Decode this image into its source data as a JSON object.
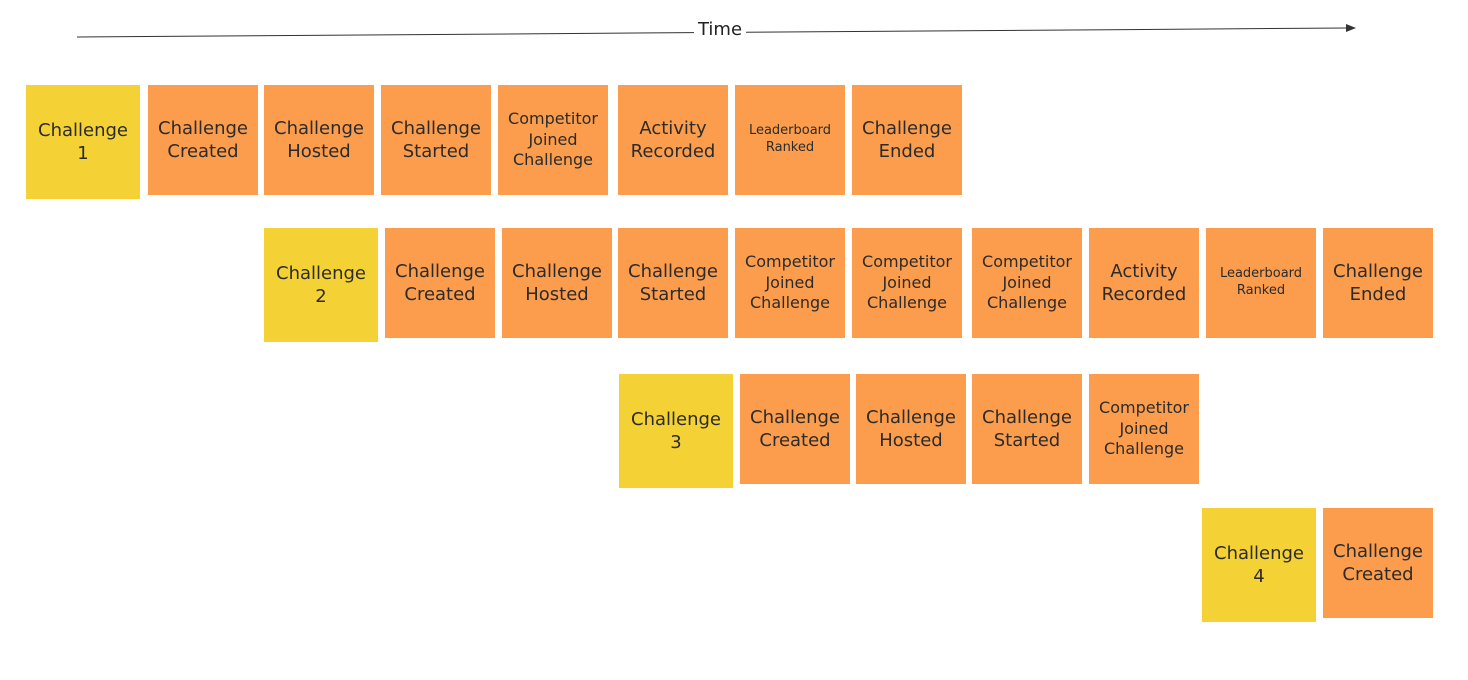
{
  "timeline": {
    "label": "Time",
    "line_color": "#333333"
  },
  "colors": {
    "challenge": "#f4d235",
    "event": "#fb9d4c",
    "text": "#2b2b2b"
  },
  "rows": [
    {
      "challenge": "Challenge 1",
      "events": [
        "Challenge Created",
        "Challenge Hosted",
        "Challenge Started",
        "Competitor Joined Challenge",
        "Activity Recorded",
        "Leaderboard Ranked",
        "Challenge Ended"
      ]
    },
    {
      "challenge": "Challenge 2",
      "events": [
        "Challenge Created",
        "Challenge Hosted",
        "Challenge Started",
        "Competitor Joined Challenge",
        "Competitor Joined Challenge",
        "Competitor Joined Challenge",
        "Activity Recorded",
        "Leaderboard Ranked",
        "Challenge Ended"
      ]
    },
    {
      "challenge": "Challenge 3",
      "events": [
        "Challenge Created",
        "Challenge Hosted",
        "Challenge Started",
        "Competitor Joined Challenge"
      ]
    },
    {
      "challenge": "Challenge 4",
      "events": [
        "Challenge Created"
      ]
    }
  ]
}
